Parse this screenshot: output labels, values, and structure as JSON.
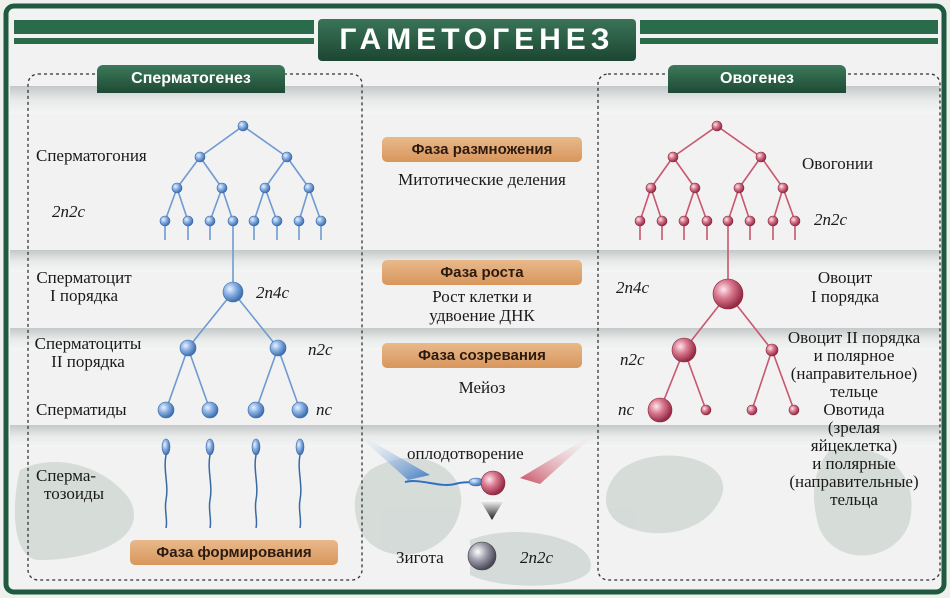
{
  "title": "ГАМЕТОГЕНЕЗ",
  "left_header": "Сперматогенез",
  "right_header": "Овогенез",
  "phases": {
    "reproduction": "Фаза размножения",
    "reproduction_desc": "Митотические деления",
    "growth": "Фаза роста",
    "growth_desc_1": "Рост клетки и",
    "growth_desc_2": "удвоение ДНК",
    "maturation": "Фаза созревания",
    "maturation_desc": "Мейоз",
    "formation": "Фаза формирования"
  },
  "left_labels": {
    "spermatogonia": "Сперматогония",
    "spermatocyte_1a": "Сперматоцит",
    "spermatocyte_1b": "I порядка",
    "spermatocytes_2a": "Сперматоциты",
    "spermatocytes_2b": "II порядка",
    "spermatids": "Сперматиды",
    "spermatozoa_a": "Сперма-",
    "spermatozoa_b": "тозоиды",
    "p_2n2c": "2n2c",
    "p_2n4c": "2n4c",
    "p_n2c": "n2c",
    "p_nc": "nc"
  },
  "right_labels": {
    "oogonia": "Овогонии",
    "p_2n2c": "2n2c",
    "p_2n4c": "2n4c",
    "oocyte_1a": "Овоцит",
    "oocyte_1b": "I порядка",
    "oocyte_2": [
      "Овоцит II порядка",
      "и полярное",
      "(направительное)",
      "тельце"
    ],
    "p_n2c": "n2c",
    "p_nc": "nc",
    "ootid": [
      "Овотида",
      "(зрелая",
      "яйцеклетка)",
      "и полярные",
      "(направительные)",
      "тельца"
    ]
  },
  "center": {
    "fertilization": "оплодотворение",
    "zygote": "Зигота",
    "zygote_ploidy": "2n2c"
  },
  "colors": {
    "frame": "#1f5a40",
    "male_cell": "#6f9ad3",
    "female_cell": "#c8576f",
    "pill": "#dca270",
    "arrow_blue": "#2f6fc4",
    "arrow_red": "#c43a52"
  }
}
